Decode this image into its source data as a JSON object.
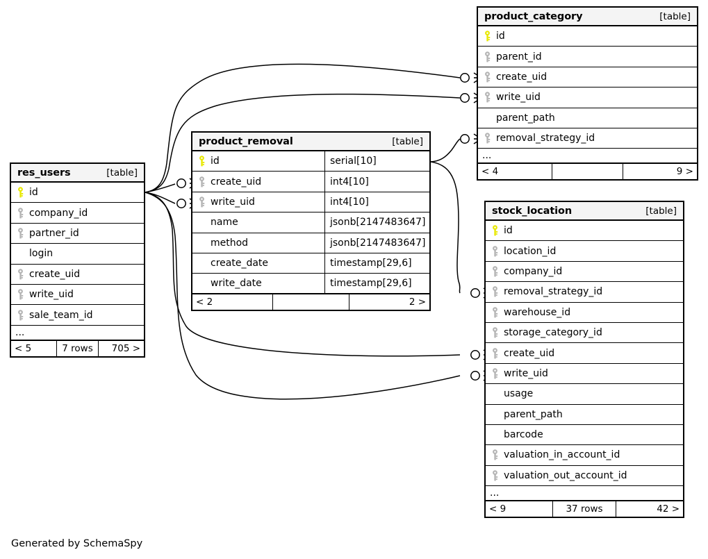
{
  "diagram": {
    "generator_note": "Generated by SchemaSpy",
    "table_tag": "[table]",
    "ellipsis": "...",
    "key_icons": {
      "primary": "primary-key-icon",
      "foreign": "foreign-key-icon"
    },
    "colors": {
      "primary_key": "#e8e800",
      "foreign_key": "#b4b4b4",
      "header_background": "#f4f4f4",
      "border": "#000000",
      "background": "#ffffff",
      "edge": "#000000"
    }
  },
  "tables": [
    {
      "id": "res_users",
      "name": "res_users",
      "tag": "[table]",
      "show_types": false,
      "columns": [
        {
          "name": "id",
          "key": "primary"
        },
        {
          "name": "company_id",
          "key": "foreign"
        },
        {
          "name": "partner_id",
          "key": "foreign"
        },
        {
          "name": "login",
          "key": "none"
        },
        {
          "name": "create_uid",
          "key": "foreign"
        },
        {
          "name": "write_uid",
          "key": "foreign"
        },
        {
          "name": "sale_team_id",
          "key": "foreign"
        }
      ],
      "has_ellipsis": true,
      "footer": {
        "prev": "< 5",
        "middle": "7 rows",
        "next": "705 >"
      }
    },
    {
      "id": "product_removal",
      "name": "product_removal",
      "tag": "[table]",
      "show_types": true,
      "columns": [
        {
          "name": "id",
          "key": "primary",
          "type": "serial[10]"
        },
        {
          "name": "create_uid",
          "key": "foreign",
          "type": "int4[10]"
        },
        {
          "name": "write_uid",
          "key": "foreign",
          "type": "int4[10]"
        },
        {
          "name": "name",
          "key": "none",
          "type": "jsonb[2147483647]"
        },
        {
          "name": "method",
          "key": "none",
          "type": "jsonb[2147483647]"
        },
        {
          "name": "create_date",
          "key": "none",
          "type": "timestamp[29,6]"
        },
        {
          "name": "write_date",
          "key": "none",
          "type": "timestamp[29,6]"
        }
      ],
      "has_ellipsis": false,
      "footer": {
        "prev": "< 2",
        "middle": "",
        "next": "2 >"
      }
    },
    {
      "id": "product_category",
      "name": "product_category",
      "tag": "[table]",
      "show_types": false,
      "columns": [
        {
          "name": "id",
          "key": "primary"
        },
        {
          "name": "parent_id",
          "key": "foreign"
        },
        {
          "name": "create_uid",
          "key": "foreign"
        },
        {
          "name": "write_uid",
          "key": "foreign"
        },
        {
          "name": "parent_path",
          "key": "none"
        },
        {
          "name": "removal_strategy_id",
          "key": "foreign"
        }
      ],
      "has_ellipsis": true,
      "footer": {
        "prev": "< 4",
        "middle": "",
        "next": "9 >"
      }
    },
    {
      "id": "stock_location",
      "name": "stock_location",
      "tag": "[table]",
      "show_types": false,
      "columns": [
        {
          "name": "id",
          "key": "primary"
        },
        {
          "name": "location_id",
          "key": "foreign"
        },
        {
          "name": "company_id",
          "key": "foreign"
        },
        {
          "name": "removal_strategy_id",
          "key": "foreign"
        },
        {
          "name": "warehouse_id",
          "key": "foreign"
        },
        {
          "name": "storage_category_id",
          "key": "foreign"
        },
        {
          "name": "create_uid",
          "key": "foreign"
        },
        {
          "name": "write_uid",
          "key": "foreign"
        },
        {
          "name": "usage",
          "key": "none"
        },
        {
          "name": "parent_path",
          "key": "none"
        },
        {
          "name": "barcode",
          "key": "none"
        },
        {
          "name": "valuation_in_account_id",
          "key": "foreign"
        },
        {
          "name": "valuation_out_account_id",
          "key": "foreign"
        }
      ],
      "has_ellipsis": true,
      "footer": {
        "prev": "< 9",
        "middle": "37 rows",
        "next": "42 >"
      }
    }
  ],
  "relationships": [
    {
      "from_table": "res_users",
      "from_column": "id",
      "to_table": "product_category",
      "to_column": "create_uid"
    },
    {
      "from_table": "res_users",
      "from_column": "id",
      "to_table": "product_category",
      "to_column": "write_uid"
    },
    {
      "from_table": "res_users",
      "from_column": "id",
      "to_table": "product_removal",
      "to_column": "create_uid"
    },
    {
      "from_table": "res_users",
      "from_column": "id",
      "to_table": "product_removal",
      "to_column": "write_uid"
    },
    {
      "from_table": "res_users",
      "from_column": "id",
      "to_table": "stock_location",
      "to_column": "create_uid"
    },
    {
      "from_table": "res_users",
      "from_column": "id",
      "to_table": "stock_location",
      "to_column": "write_uid"
    },
    {
      "from_table": "product_removal",
      "from_column": "id",
      "to_table": "product_category",
      "to_column": "removal_strategy_id"
    },
    {
      "from_table": "product_removal",
      "from_column": "id",
      "to_table": "stock_location",
      "to_column": "removal_strategy_id"
    }
  ]
}
